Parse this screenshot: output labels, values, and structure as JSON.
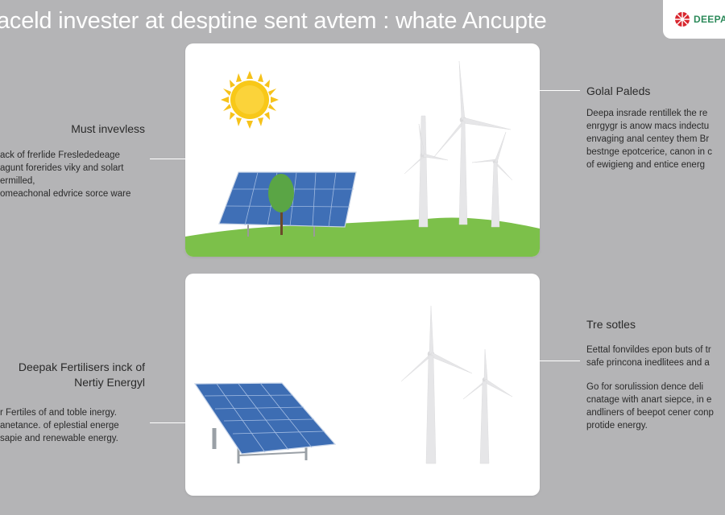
{
  "title": "aceld invester at desptine sent avtem : whate Ancupte",
  "logo": {
    "text": "DEEPA"
  },
  "left_top": {
    "heading": "Must invevless",
    "lines": [
      "ack of frerlide Freslededeage",
      "agunt forerides viky and solart",
      "ermilled,",
      "omeachonal edvrice sorce ware"
    ]
  },
  "left_bottom": {
    "heading_lines": [
      "Deepak Fertilisers inck of",
      "Nertiy Energyl"
    ],
    "lines": [
      "r Fertiles of and toble inergy.",
      "anetance. of eplestial energe",
      "sapie and renewable energy."
    ]
  },
  "right_top": {
    "heading": "Golal Paleds",
    "lines": [
      "Deepa insrade rentillek the re",
      "enrgygr is anow macs indectu",
      "envaging anal centey them Br",
      "bestnge epotcerice, canon in c",
      "of ewigieng and entice energ"
    ]
  },
  "right_bottom": {
    "heading": "Tre sotles",
    "lines_a": [
      "Eettal fonvildes epon buts of tr",
      "safe princona inedlitees and a"
    ],
    "lines_b": [
      "Go for sorulission dence deli",
      "cnatage with anart siepce, in e",
      "andliners of beepot cener conp",
      "protide energy."
    ]
  },
  "colors": {
    "background": "#b4b4b6",
    "panel": "#ffffff",
    "grass": "#7cc04a",
    "sun": "#f6c21a",
    "solar_panel": "#3f6fb6",
    "turbine": "#e4e4e6",
    "tree": "#5aa545",
    "logo_red": "#d8262e",
    "logo_green": "#2c8a5a"
  },
  "icons": [
    "sun-icon",
    "solar-panel-icon",
    "wind-turbine-icon",
    "tree-icon",
    "logo-icon"
  ]
}
